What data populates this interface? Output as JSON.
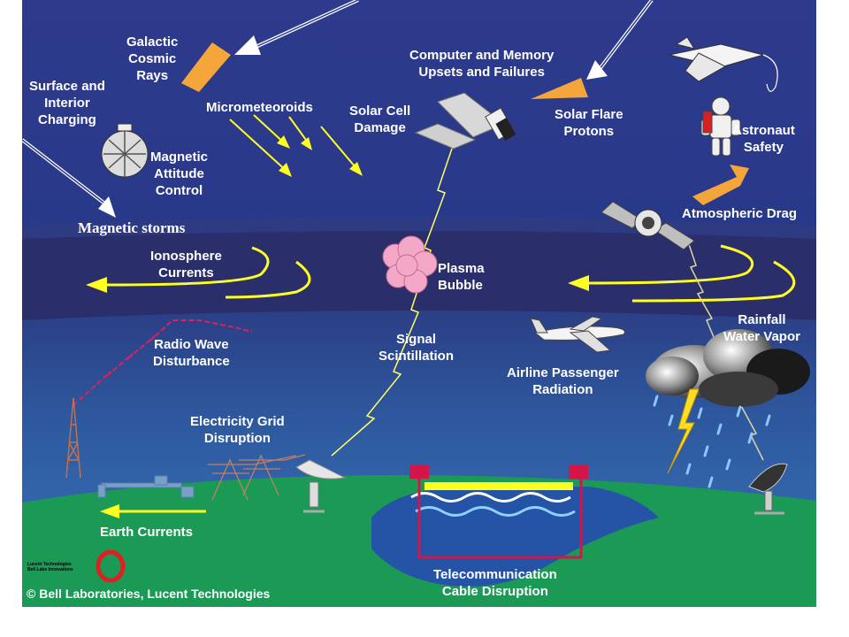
{
  "labels": {
    "galactic_cosmic_rays": [
      "Galactic",
      "Cosmic",
      "Rays"
    ],
    "surface_interior_charging": [
      "Surface and",
      "Interior",
      "Charging"
    ],
    "micrometeoroids": "Micrometeoroids",
    "magnetic_attitude_control": [
      "Magnetic",
      "Attitude",
      "Control"
    ],
    "computer_memory": [
      "Computer and Memory",
      "Upsets and Failures"
    ],
    "solar_cell_damage": [
      "Solar Cell",
      "Damage"
    ],
    "solar_flare_protons": [
      "Solar Flare",
      "Protons"
    ],
    "astronaut_safety": [
      "Astronaut",
      "Safety"
    ],
    "atmospheric_drag": "Atmospheric Drag",
    "magnetic_storms": "Magnetic storms",
    "ionosphere_currents": [
      "Ionosphere",
      "Currents"
    ],
    "plasma_bubble": [
      "Plasma",
      "Bubble"
    ],
    "radio_wave_disturbance": [
      "Radio Wave",
      "Disturbance"
    ],
    "signal_scintillation": [
      "Signal",
      "Scintillation"
    ],
    "rainfall_water_vapor": [
      "Rainfall",
      "Water Vapor"
    ],
    "airline_passenger_radiation": [
      "Airline Passenger",
      "Radiation"
    ],
    "electricity_grid_disruption": [
      "Electricity Grid",
      "Disruption"
    ],
    "earth_currents": "Earth Currents",
    "telecom_cable_disruption": [
      "Telecommunication",
      "Cable Disruption"
    ],
    "copyright": "© Bell Laboratories, Lucent Technologies",
    "lucent_logo_text": [
      "Lucent Technologies",
      "Bell Labs Innovations"
    ]
  },
  "colors": {
    "sky_top": "#2e3d8f",
    "sky_mid": "#273a8a",
    "ionosphere_band": "#2a2f6e",
    "lower_sky": "#2f5ea6",
    "earth_green": "#1b9a55",
    "ocean": "#2456a8",
    "arrow_yellow": "#ffff22",
    "arrow_orange": "#f5a63a",
    "lightning": "#ffff66",
    "radio_red": "#e0205a",
    "cable_red": "#d4154a"
  },
  "icons": [
    "satellite-icon",
    "space-shuttle-icon",
    "astronaut-icon",
    "airliner-icon",
    "storm-cloud-icon",
    "radio-tower-icon",
    "dish-antenna-icon",
    "power-pylon-icon",
    "plasma-bubble-icon",
    "lucent-logo-icon"
  ]
}
